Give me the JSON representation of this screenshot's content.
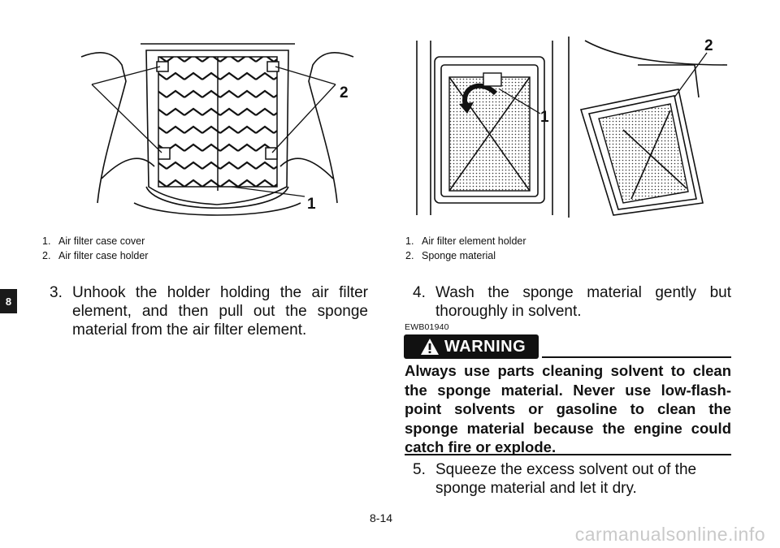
{
  "chapter_tab": "8",
  "figure_left": {
    "callouts": {
      "holder_left": "2",
      "holder_right": "2",
      "cover": "1"
    },
    "legend": [
      {
        "num": "1.",
        "text": "Air filter case cover"
      },
      {
        "num": "2.",
        "text": "Air filter case holder"
      }
    ]
  },
  "figure_right": {
    "callouts": {
      "holder": "1",
      "sponge": "2"
    },
    "legend": [
      {
        "num": "1.",
        "text": "Air filter element holder"
      },
      {
        "num": "2.",
        "text": "Sponge material"
      }
    ]
  },
  "steps": {
    "step3": {
      "num": "3.",
      "text": "Unhook the holder holding the air filter element, and then pull out the sponge material from the air filter element."
    },
    "step4": {
      "num": "4.",
      "text": "Wash the sponge material gently but thoroughly in solvent."
    },
    "step5": {
      "num": "5.",
      "text": "Squeeze the excess solvent out of the sponge material and let it dry."
    }
  },
  "warning": {
    "code": "EWB01940",
    "label": "WARNING",
    "text": "Always use parts cleaning solvent to clean the sponge material. Never use low-flash-point solvents or gasoline to clean the sponge material because the engine could catch fire or explode."
  },
  "page_number": "8-14",
  "watermark": "carmanualsonline.info"
}
